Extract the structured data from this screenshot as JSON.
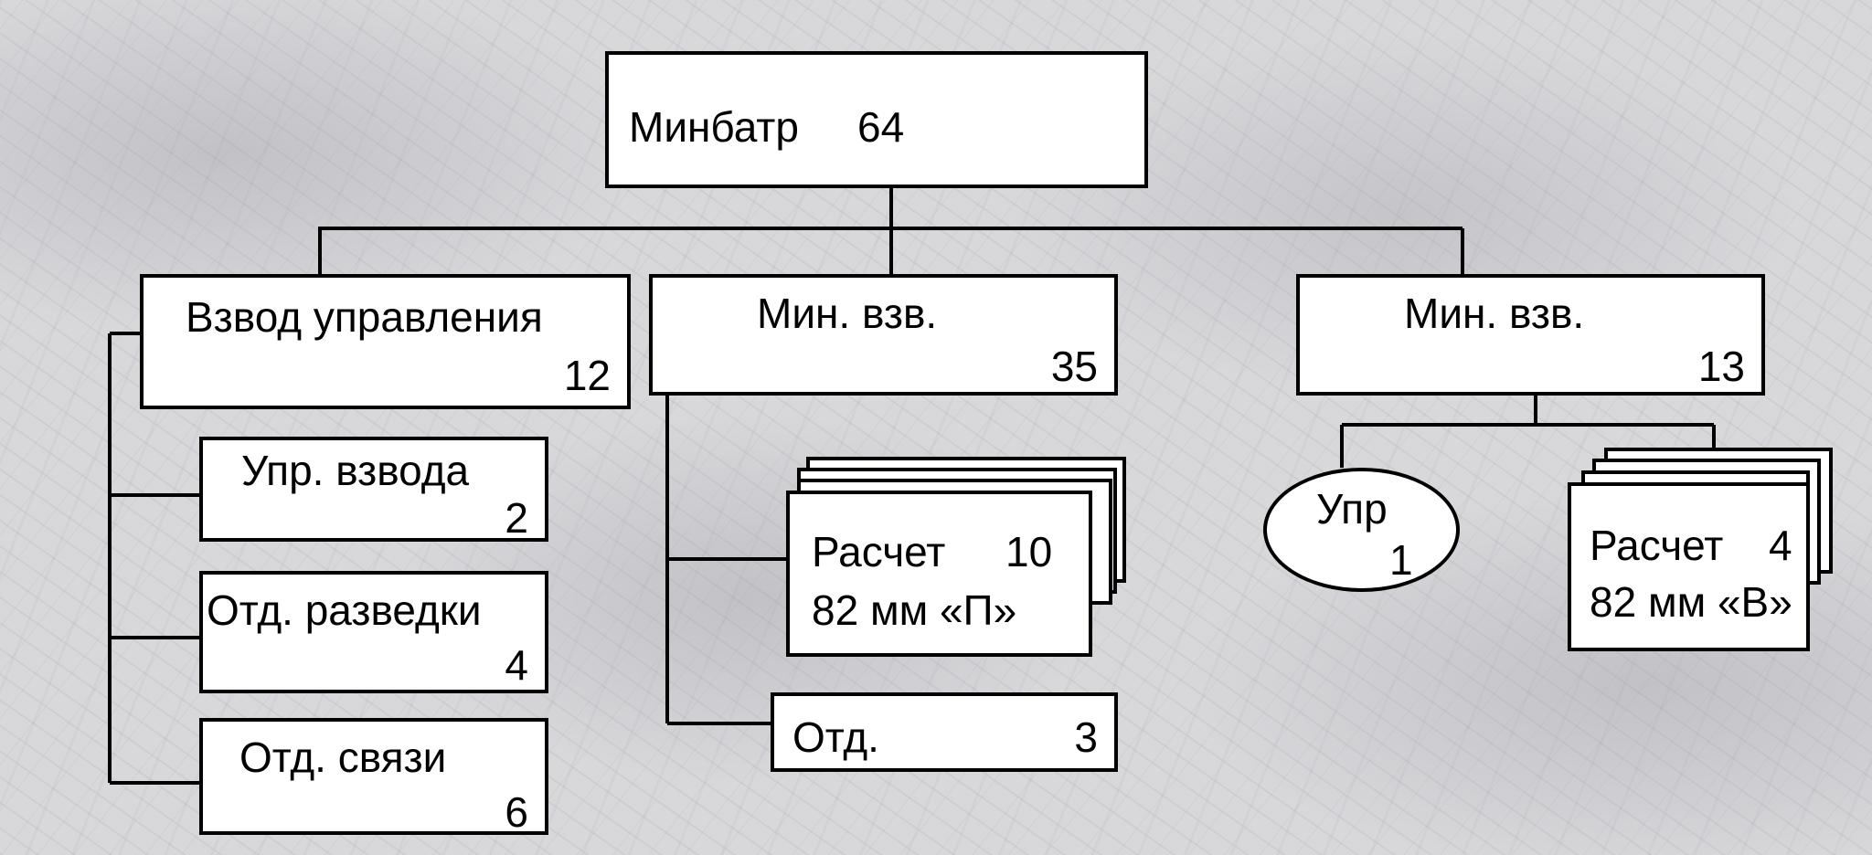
{
  "colors": {
    "box_fill": "#ffffff",
    "border": "#000000",
    "text": "#000000"
  },
  "root": {
    "title": "Минбатр",
    "count": "64"
  },
  "control_platoon": {
    "title": "Взвод управления",
    "count": "12",
    "children": [
      {
        "title": "Упр. взвода",
        "count": "2"
      },
      {
        "title": "Отд. разведки",
        "count": "4"
      },
      {
        "title": "Отд. связи",
        "count": "6"
      }
    ]
  },
  "mortar_platoon_1": {
    "title": "Мин. взв.",
    "count": "35",
    "crew": {
      "title": "Расчет",
      "count": "10",
      "subtitle": "82 мм «П»"
    },
    "squad": {
      "title": "Отд.",
      "count": "3"
    }
  },
  "mortar_platoon_2": {
    "title": "Мин. взв.",
    "count": "13",
    "control": {
      "title": "Упр",
      "count": "1"
    },
    "crew": {
      "title": "Расчет",
      "count": "4",
      "subtitle": "82 мм «В»"
    }
  }
}
